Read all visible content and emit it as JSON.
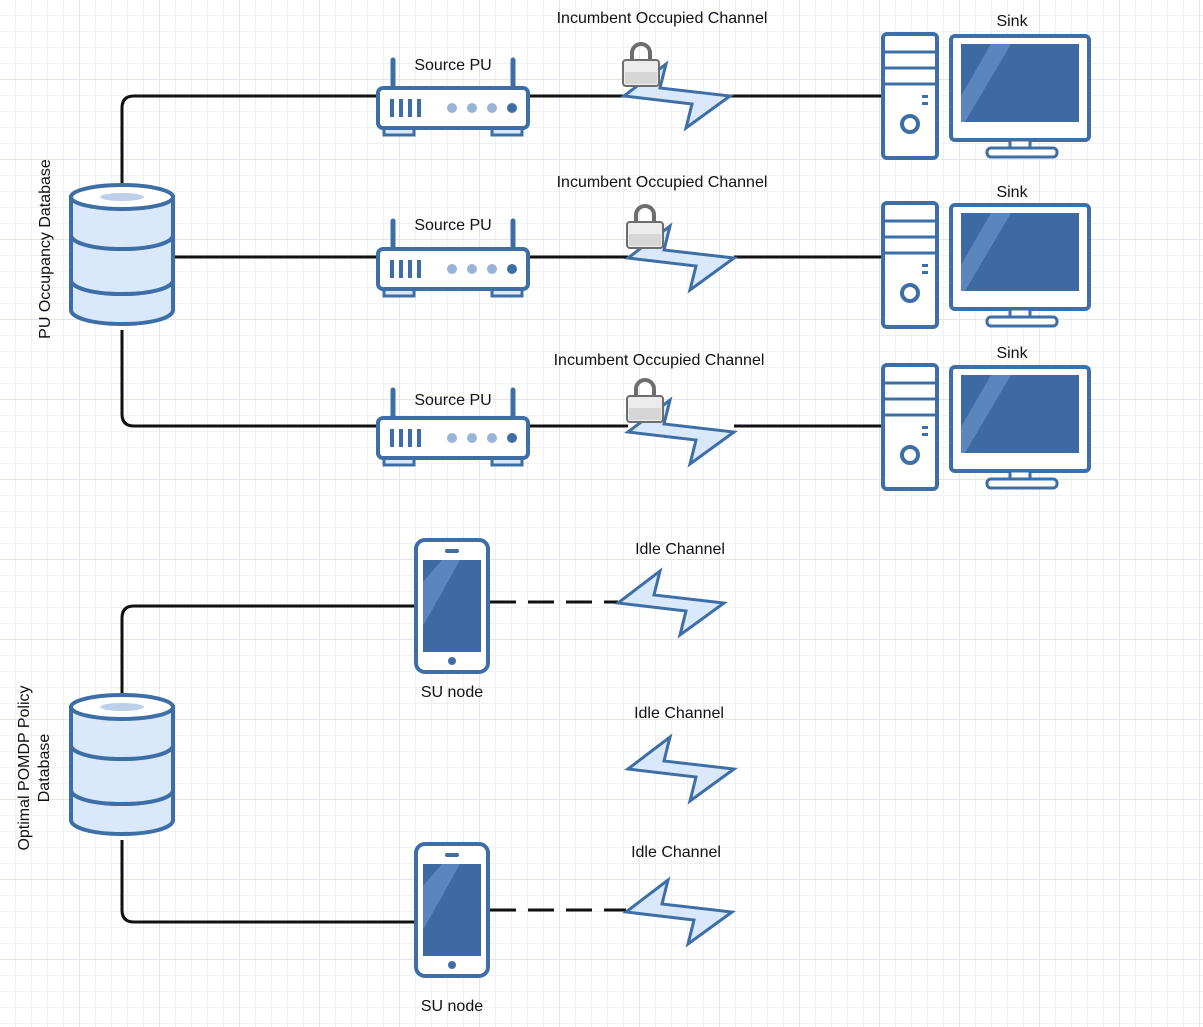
{
  "databases": {
    "pu": {
      "label": "PU Occupancy Database"
    },
    "pomdp": {
      "label_line1": "Optimal POMDP Policy",
      "label_line2": "Database"
    }
  },
  "routers": [
    {
      "label": "Source PU"
    },
    {
      "label": "Source PU"
    },
    {
      "label": "Source PU"
    }
  ],
  "occupied_channels": [
    {
      "label": "Incumbent Occupied Channel"
    },
    {
      "label": "Incumbent Occupied Channel"
    },
    {
      "label": "Incumbent Occupied Channel"
    }
  ],
  "sinks": [
    {
      "label": "Sink"
    },
    {
      "label": "Sink"
    },
    {
      "label": "Sink"
    }
  ],
  "su_nodes": [
    {
      "label": "SU node"
    },
    {
      "label": "SU node"
    }
  ],
  "idle_channels": [
    {
      "label": "Idle Channel"
    },
    {
      "label": "Idle Channel"
    },
    {
      "label": "Idle Channel"
    }
  ],
  "colors": {
    "stroke": "#3d6fa6",
    "fill_light": "#dae8fc",
    "screen": "#3d6aa3",
    "line": "#111111"
  }
}
